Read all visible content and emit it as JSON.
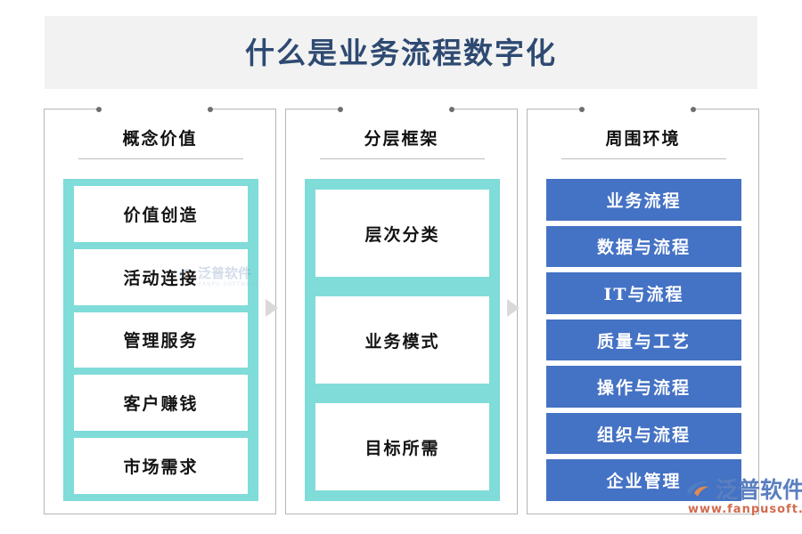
{
  "title": "什么是业务流程数字化",
  "colors": {
    "title_text": "#2e4a72",
    "title_band": "#f2f2f2",
    "teal": "#7fdcd8",
    "blue": "#4472c4",
    "card_border": "#b6b6b6",
    "arrow": "#d9d9d9"
  },
  "columns": [
    {
      "header": "概念价值",
      "style": "teal",
      "items": [
        "价值创造",
        "活动连接",
        "管理服务",
        "客户赚钱",
        "市场需求"
      ]
    },
    {
      "header": "分层框架",
      "style": "teal",
      "items": [
        "层次分类",
        "业务模式",
        "目标所需"
      ]
    },
    {
      "header": "周围环境",
      "style": "blue",
      "items": [
        "业务流程",
        "数据与流程",
        "IT与流程",
        "质量与工艺",
        "操作与流程",
        "组织与流程",
        "企业管理"
      ]
    }
  ],
  "arrows": [
    "chevron-right-icon",
    "chevron-right-icon"
  ],
  "watermarks": {
    "center": {
      "brand": "泛普软件",
      "sub": "FANPU SOFTWARE"
    },
    "corner": {
      "brand": "泛普软件",
      "sub": "www.fanpusoft.com"
    }
  }
}
